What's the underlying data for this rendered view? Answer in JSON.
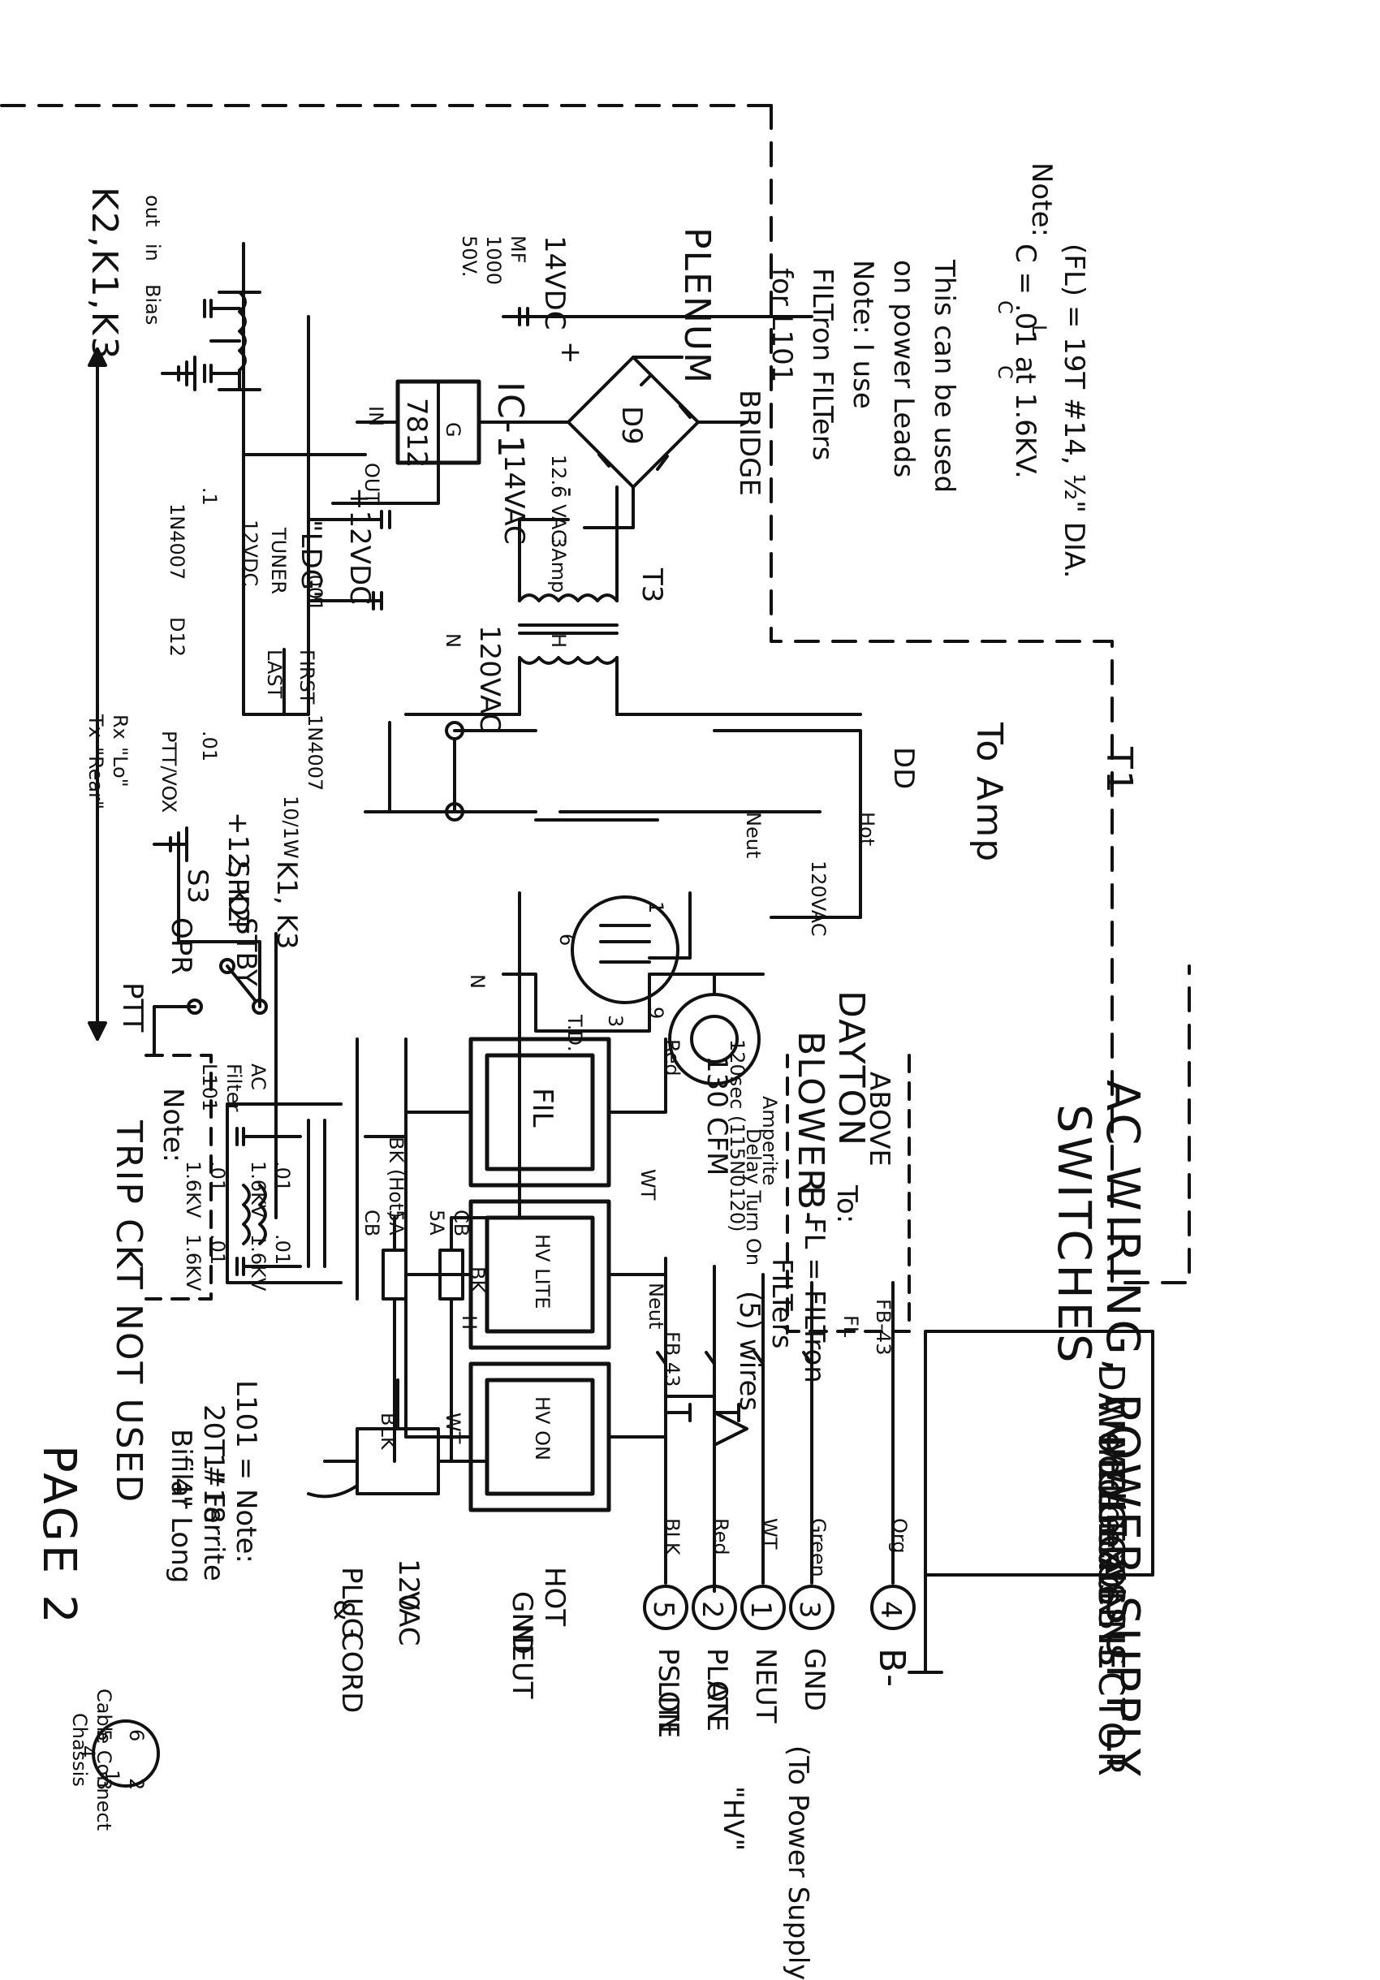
{
  "title": {
    "line1": "AC WIRING, POWER SUPPLY",
    "line2": "SWITCHES"
  },
  "page_label": "PAGE 2",
  "top_note": {
    "label": "Note:",
    "filter_def": "(FL) = 19T #14, ½\" DIA.",
    "filter_l": "L",
    "filter_c_left": "C",
    "filter_c_right": "C",
    "filter_cap": "C = .01 at 1.6KV.",
    "line_a": "This can be used",
    "line_b": "on power Leads",
    "line_c": "Note: I use",
    "line_d": "FILTron FILTers",
    "line_e": "for L101"
  },
  "plenum": "PLENUM",
  "bridge": {
    "label": "BRIDGE",
    "diode": "D9",
    "plus": "+",
    "minus": "-"
  },
  "supply_cap": {
    "volts": "14VDC",
    "value": "MF",
    "cap": "1000",
    "rating": "50V."
  },
  "regulator": {
    "name": "IC-1",
    "part": "7812",
    "pin_in": "IN",
    "pin_out": "OUT",
    "pin_g": "G",
    "out_volts": "+12VDC"
  },
  "transformer": {
    "name": "T3",
    "secondary": "12.6 VAC",
    "fuse": "3Amp",
    "secondary_volts": "14VAC",
    "primary": "120VAC",
    "n": "N",
    "h": "H"
  },
  "tuner": {
    "label": "\"LDG\"",
    "label2": "TUNER",
    "cap": ".001",
    "v": "12VDC",
    "first": "FIRST",
    "last": "LAST"
  },
  "caps_row": {
    "c1": ".1",
    "c2": ".01",
    "diode1": "1N4007",
    "d12": "D12",
    "diode2": "1N4007",
    "resistor": "10/1W"
  },
  "relays": {
    "k1k3": "K1, K3",
    "k2": "+12, K2",
    "bias_out": "out",
    "bias_in": "in",
    "bias": "Bias",
    "bias_relays": "K2,K1,K3"
  },
  "switch": {
    "name": "S3",
    "type": "SPDT",
    "stby": "STBY",
    "opr": "OPR",
    "ptt": "PTT",
    "pttvox": "PTT/VOX",
    "rx": "Rx",
    "tx": "Tx",
    "lo": "\"Lo\"",
    "rear": "\"Rear\""
  },
  "amp": {
    "t1": "T1",
    "to_amp": "To Amp",
    "dd": "DD",
    "hot": "Hot",
    "neut": "Neut",
    "volts": "120VAC"
  },
  "blower": {
    "name": "DAYTON",
    "name2": "BLOWER",
    "cfm": "130 CFM"
  },
  "timer": {
    "pin1": "1",
    "pin3": "3",
    "pin6": "6",
    "pin9": "9",
    "td": "T.D.",
    "text1": "Amperite",
    "text2": "120sec (115N0120)",
    "text3": "Delay Turn On"
  },
  "switches": {
    "fil": "FIL",
    "hv_lite": "HV LITE",
    "hv_on": "HV ON",
    "red": "Red",
    "wt": "WT",
    "bk": "BK",
    "bk_hot": "BK (Hot)",
    "neut": "Neut",
    "h": "H",
    "n": "N"
  },
  "ac_filter": {
    "title": "AC",
    "title2": "Filter",
    "id": "L101",
    "cap_a": ".01",
    "cap_a2": "1.6KV",
    "cap_b": ".01",
    "cap_b2": "1.6KV",
    "cap_c": ".01",
    "cap_c2": "1.6KV",
    "cap_d": ".01",
    "cap_d2": "1.6KV"
  },
  "trip_note": {
    "label": "Note:",
    "text": "TRIP CKT NOT USED"
  },
  "fl_note": {
    "text1": "FL = FILTron",
    "text2": "FILTers",
    "text3": "(5) wires"
  },
  "breakers": {
    "cb1": "CB",
    "cb1v": "5A",
    "cb2": "5A",
    "cb2v": "CB"
  },
  "l101_note": {
    "label": "L101 = Note:",
    "line1": "20T #18",
    "line2": "Bifilar",
    "line3": "1\" Ferrite",
    "line4": "4\" Long"
  },
  "plug": {
    "volts": "120",
    "vac": "VAC",
    "plug": "PLUG",
    "amp": "&",
    "cord": "CORD",
    "hot": "HOT",
    "gnd": "GND",
    "neut": "NEUT",
    "wt": "WT",
    "blk": "BLK"
  },
  "connector": {
    "daniel": "DANIEL",
    "woodhead": "Woodhead",
    "molex": "MOLEX",
    "female": "Female",
    "chassis": "CHASSIS",
    "conn": "CONNECTOR"
  },
  "above": {
    "text": "ABOVE",
    "to": "To:",
    "b": "B-",
    "fb": "FB-43",
    "fl": "FL"
  },
  "pins": [
    {
      "num": "5",
      "wire": "BLK",
      "label1": "PS ON",
      "label2": "LITE"
    },
    {
      "num": "2",
      "wire": "Red",
      "label1": "PLATE",
      "label2": "ON"
    },
    {
      "num": "1",
      "wire": "WT",
      "label1": "NEUT",
      "label2": ""
    },
    {
      "num": "3",
      "wire": "Green",
      "label1": "GND",
      "label2": ""
    },
    {
      "num": "4",
      "wire": "Org",
      "label1": "B-",
      "label2": ""
    }
  ],
  "fb_label": "FB 43",
  "to_ps": {
    "line1": "(To Power Supply",
    "line2": "\"HV\""
  },
  "cable_conn": {
    "line1": "Cable Connect",
    "line2": "Chassis",
    "p1": "1",
    "p2": "2",
    "p3": "3",
    "p4": "4",
    "p5": "5",
    "p6": "6"
  }
}
